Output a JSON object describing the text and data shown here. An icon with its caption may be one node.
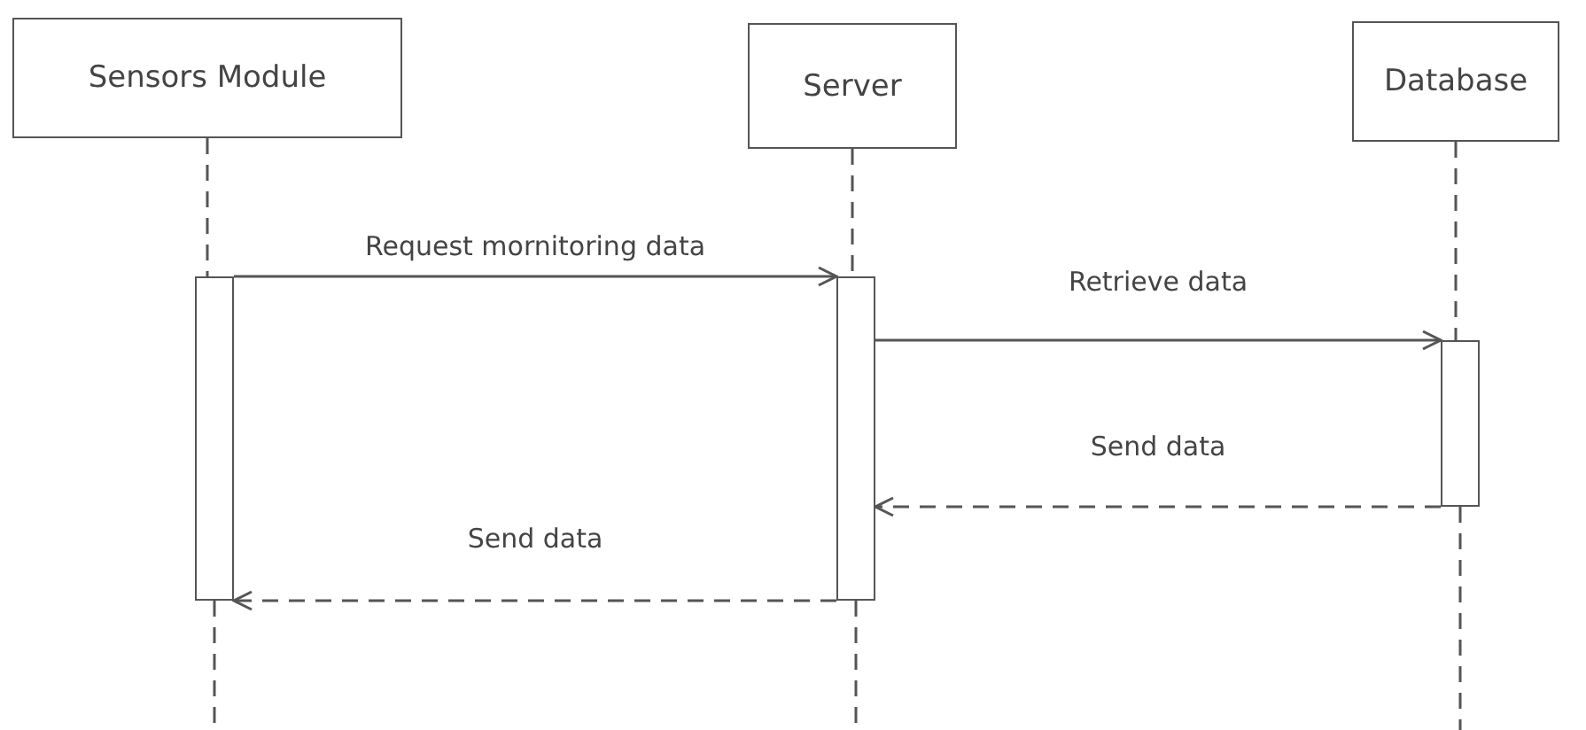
{
  "diagram": {
    "nodes": [
      {
        "text": [
          "Sensors Module"
        ]
      },
      {
        "text": [
          "Server"
        ]
      },
      {
        "text": [
          "Database"
        ]
      },
      {
        "text": [],
        "shape": "bar"
      },
      {
        "text": [],
        "shape": "bar"
      },
      {
        "text": [],
        "shape": "bar"
      }
    ],
    "edges": [
      {
        "from": 3,
        "to": 4,
        "label": "Request mornitoring data",
        "arrow": "to"
      },
      {
        "from": 4,
        "to": 5,
        "label": "Retrieve data",
        "arrow": "to"
      },
      {
        "from": 5,
        "to": 4,
        "label": "Send data",
        "arrow": "to",
        "style": "dashed"
      },
      {
        "from": 4,
        "to": 3,
        "label": "Send data",
        "arrow": "to",
        "style": "dashed"
      },
      {
        "from": 0,
        "to": 3,
        "arrow": "none",
        "style": "dashed"
      },
      {
        "from": 1,
        "to": 4,
        "arrow": "none",
        "style": "dashed"
      },
      {
        "from": 2,
        "to": 5,
        "arrow": "none",
        "style": "dashed"
      },
      {
        "from": 3,
        "to": null,
        "arrow": "none",
        "style": "dashed"
      },
      {
        "from": 4,
        "to": null,
        "arrow": "none",
        "style": "dashed"
      },
      {
        "from": 5,
        "to": null,
        "arrow": "none",
        "style": "dashed"
      }
    ]
  }
}
